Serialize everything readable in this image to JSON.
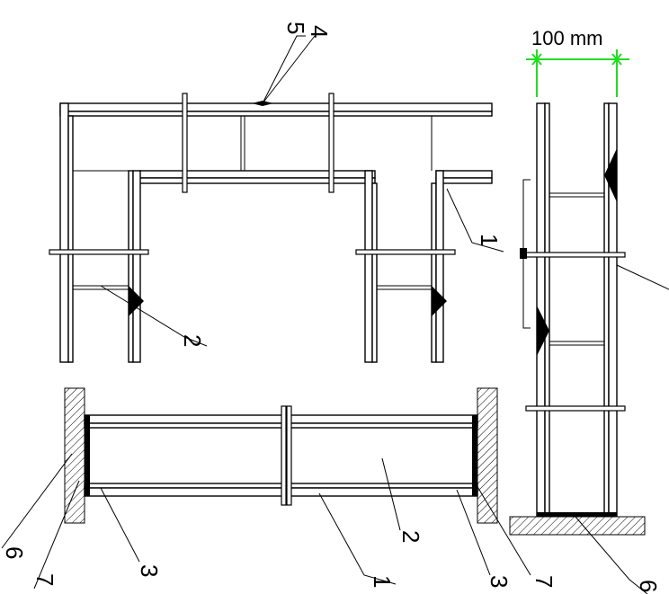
{
  "dimension": {
    "label": "100 mm",
    "color": "#22dd22"
  },
  "callouts": {
    "top_left_detail": {
      "label_a": "5",
      "label_b": "4"
    },
    "top_right_leader": "1",
    "left_bottom_leader": "2",
    "bottom_left_a": "6",
    "bottom_left_b": "7",
    "bottom_stud": "3",
    "bottom_board": "1",
    "bottom_cavity": "2",
    "bottom_right_a": "3",
    "bottom_right_b": "7",
    "right_floor": "6"
  },
  "colors": {
    "line": "#000000",
    "hatch": "#000000",
    "dimension": "#22dd22"
  }
}
